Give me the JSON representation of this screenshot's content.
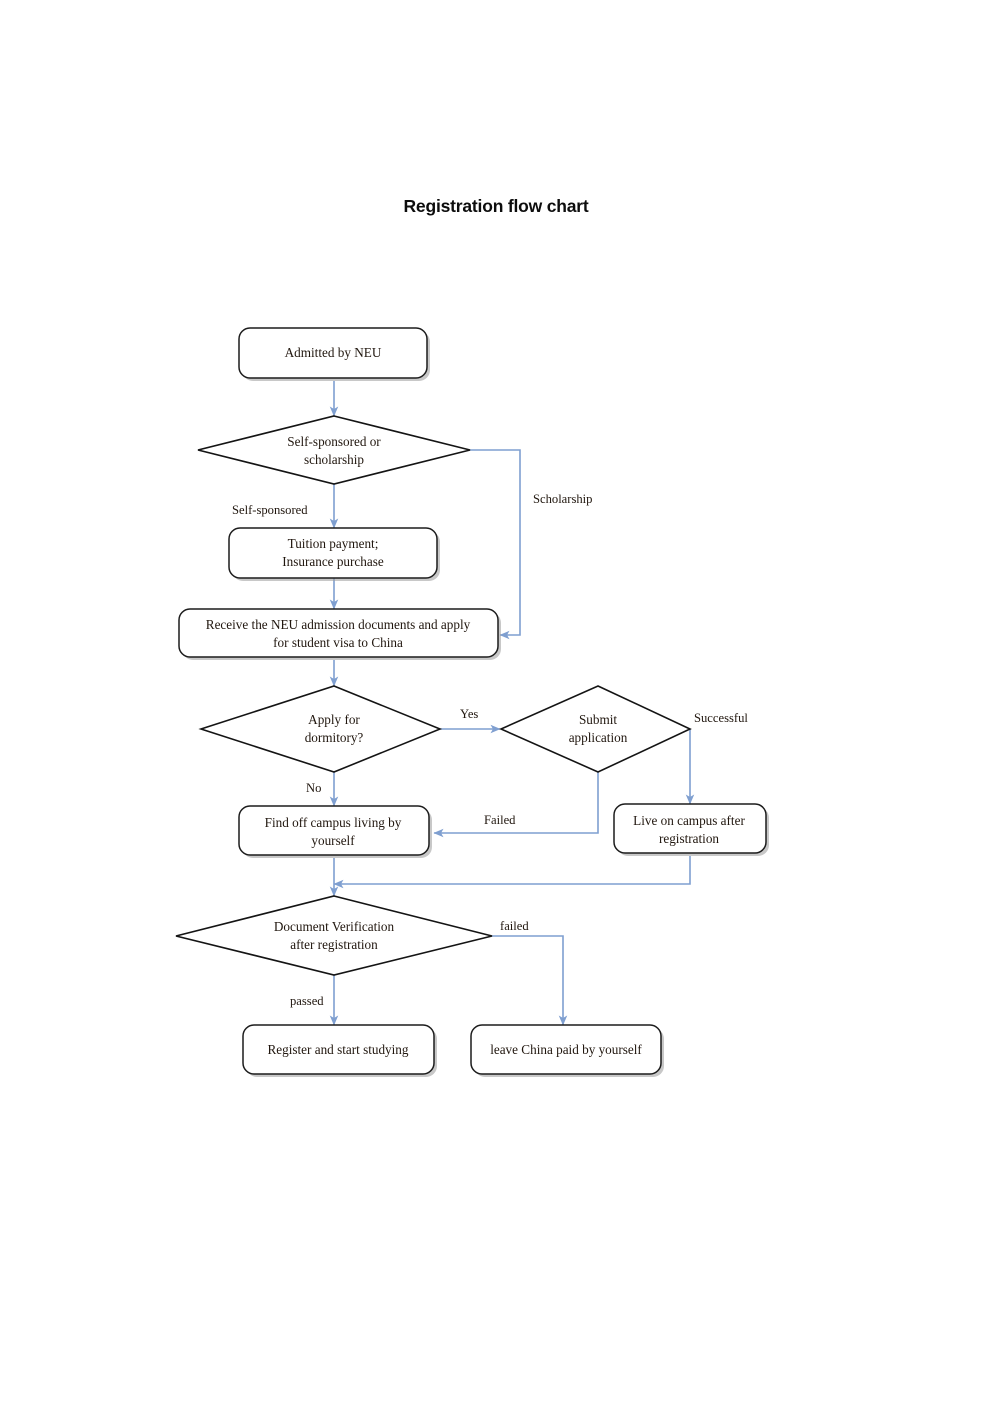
{
  "document": {
    "title": "Registration flow chart",
    "page_background": "#ffffff",
    "connector_color": "#7f9fd0",
    "node_border_color": "#1c1c1c",
    "text_color": "#20160e"
  },
  "flowchart": {
    "type": "flowchart",
    "orientation": "top-to-bottom",
    "nodes": [
      {
        "id": "admitted",
        "shape": "rounded-rect",
        "lines": [
          "Admitted by NEU"
        ]
      },
      {
        "id": "sponsor",
        "shape": "diamond",
        "lines": [
          "Self-sponsored or",
          "scholarship"
        ]
      },
      {
        "id": "tuition",
        "shape": "rounded-rect",
        "lines": [
          "Tuition payment;",
          "Insurance purchase"
        ]
      },
      {
        "id": "documents",
        "shape": "rounded-rect",
        "lines": [
          "Receive the NEU admission documents and apply",
          "for student visa to China"
        ]
      },
      {
        "id": "dormitory",
        "shape": "diamond",
        "lines": [
          "Apply for",
          "dormitory?"
        ]
      },
      {
        "id": "submit",
        "shape": "diamond",
        "lines": [
          "Submit",
          "application"
        ]
      },
      {
        "id": "offcampus",
        "shape": "rounded-rect",
        "lines": [
          "Find off campus living by",
          "yourself"
        ]
      },
      {
        "id": "oncampus",
        "shape": "rounded-rect",
        "lines": [
          "Live on campus after",
          "registration"
        ]
      },
      {
        "id": "verification",
        "shape": "diamond",
        "lines": [
          "Document Verification",
          "after registration"
        ]
      },
      {
        "id": "register",
        "shape": "rounded-rect",
        "lines": [
          "Register and start studying"
        ]
      },
      {
        "id": "leave",
        "shape": "rounded-rect",
        "lines": [
          "leave China paid by yourself"
        ]
      }
    ],
    "edges": [
      {
        "from": "admitted",
        "to": "sponsor",
        "label": ""
      },
      {
        "from": "sponsor",
        "to": "tuition",
        "label": "Self-sponsored"
      },
      {
        "from": "sponsor",
        "to": "documents",
        "label": "Scholarship"
      },
      {
        "from": "tuition",
        "to": "documents",
        "label": ""
      },
      {
        "from": "documents",
        "to": "dormitory",
        "label": ""
      },
      {
        "from": "dormitory",
        "to": "submit",
        "label": "Yes"
      },
      {
        "from": "dormitory",
        "to": "offcampus",
        "label": "No"
      },
      {
        "from": "submit",
        "to": "oncampus",
        "label": "Successful"
      },
      {
        "from": "submit",
        "to": "offcampus",
        "label": "Failed"
      },
      {
        "from": "offcampus",
        "to": "verification",
        "label": ""
      },
      {
        "from": "oncampus",
        "to": "verification",
        "label": ""
      },
      {
        "from": "verification",
        "to": "register",
        "label": "passed"
      },
      {
        "from": "verification",
        "to": "leave",
        "label": "failed"
      }
    ],
    "labels": {
      "node_admitted_l1": "Admitted by NEU",
      "node_sponsor_l1": "Self-sponsored or",
      "node_sponsor_l2": "scholarship",
      "node_tuition_l1": "Tuition payment;",
      "node_tuition_l2": "Insurance purchase",
      "node_documents_l1": "Receive the NEU admission documents and apply",
      "node_documents_l2": "for student visa to China",
      "node_dormitory_l1": "Apply for",
      "node_dormitory_l2": "dormitory?",
      "node_submit_l1": "Submit",
      "node_submit_l2": "application",
      "node_offcampus_l1": "Find off campus living by",
      "node_offcampus_l2": "yourself",
      "node_oncampus_l1": "Live on campus after",
      "node_oncampus_l2": "registration",
      "node_verification_l1": "Document Verification",
      "node_verification_l2": "after registration",
      "node_register_l1": "Register and start studying",
      "node_leave_l1": "leave China paid by yourself",
      "edge_self_sponsored": "Self-sponsored",
      "edge_scholarship": "Scholarship",
      "edge_yes": "Yes",
      "edge_no": "No",
      "edge_successful": "Successful",
      "edge_failed_upper": "Failed",
      "edge_passed": "passed",
      "edge_failed_lower": "failed"
    }
  }
}
